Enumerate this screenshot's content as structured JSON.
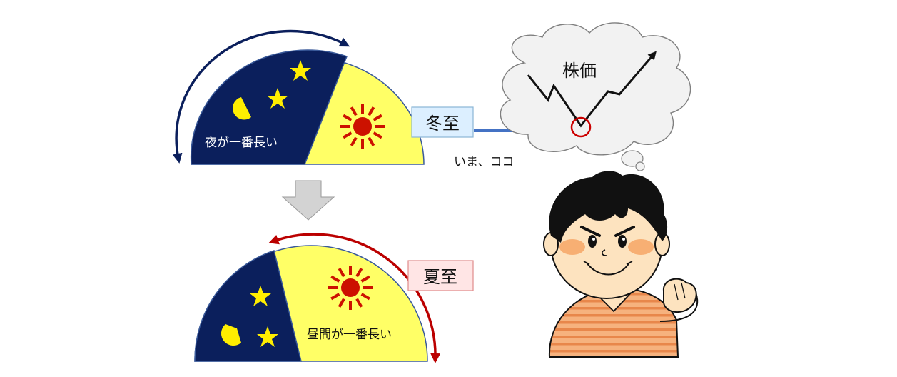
{
  "winter_diagram": {
    "night_label": "夜が一番長い"
  },
  "winter_solstice": {
    "label": "冬至",
    "pointer_note": "いま、ココ"
  },
  "summer_diagram": {
    "day_label": "昼間が一番長い"
  },
  "summer_solstice": {
    "label": "夏至"
  },
  "thought_cloud": {
    "title": "株価"
  },
  "colors": {
    "night": "#0b1f5c",
    "day": "#ffff66",
    "star": "#ffee00",
    "sun": "#cc1100",
    "winter_arrow": "#0b1f5c",
    "summer_arrow": "#bb0000",
    "pointer_arrow": "#4472c4",
    "winter_box_bg": "#dcefff",
    "winter_box_border": "#8ab6d6",
    "summer_box_bg": "#ffe5e5",
    "summer_box_border": "#e08b8b",
    "shirt": "#f4a06a",
    "skin": "#fde3bf",
    "hair": "#111111",
    "cheek": "#f6a86a"
  }
}
